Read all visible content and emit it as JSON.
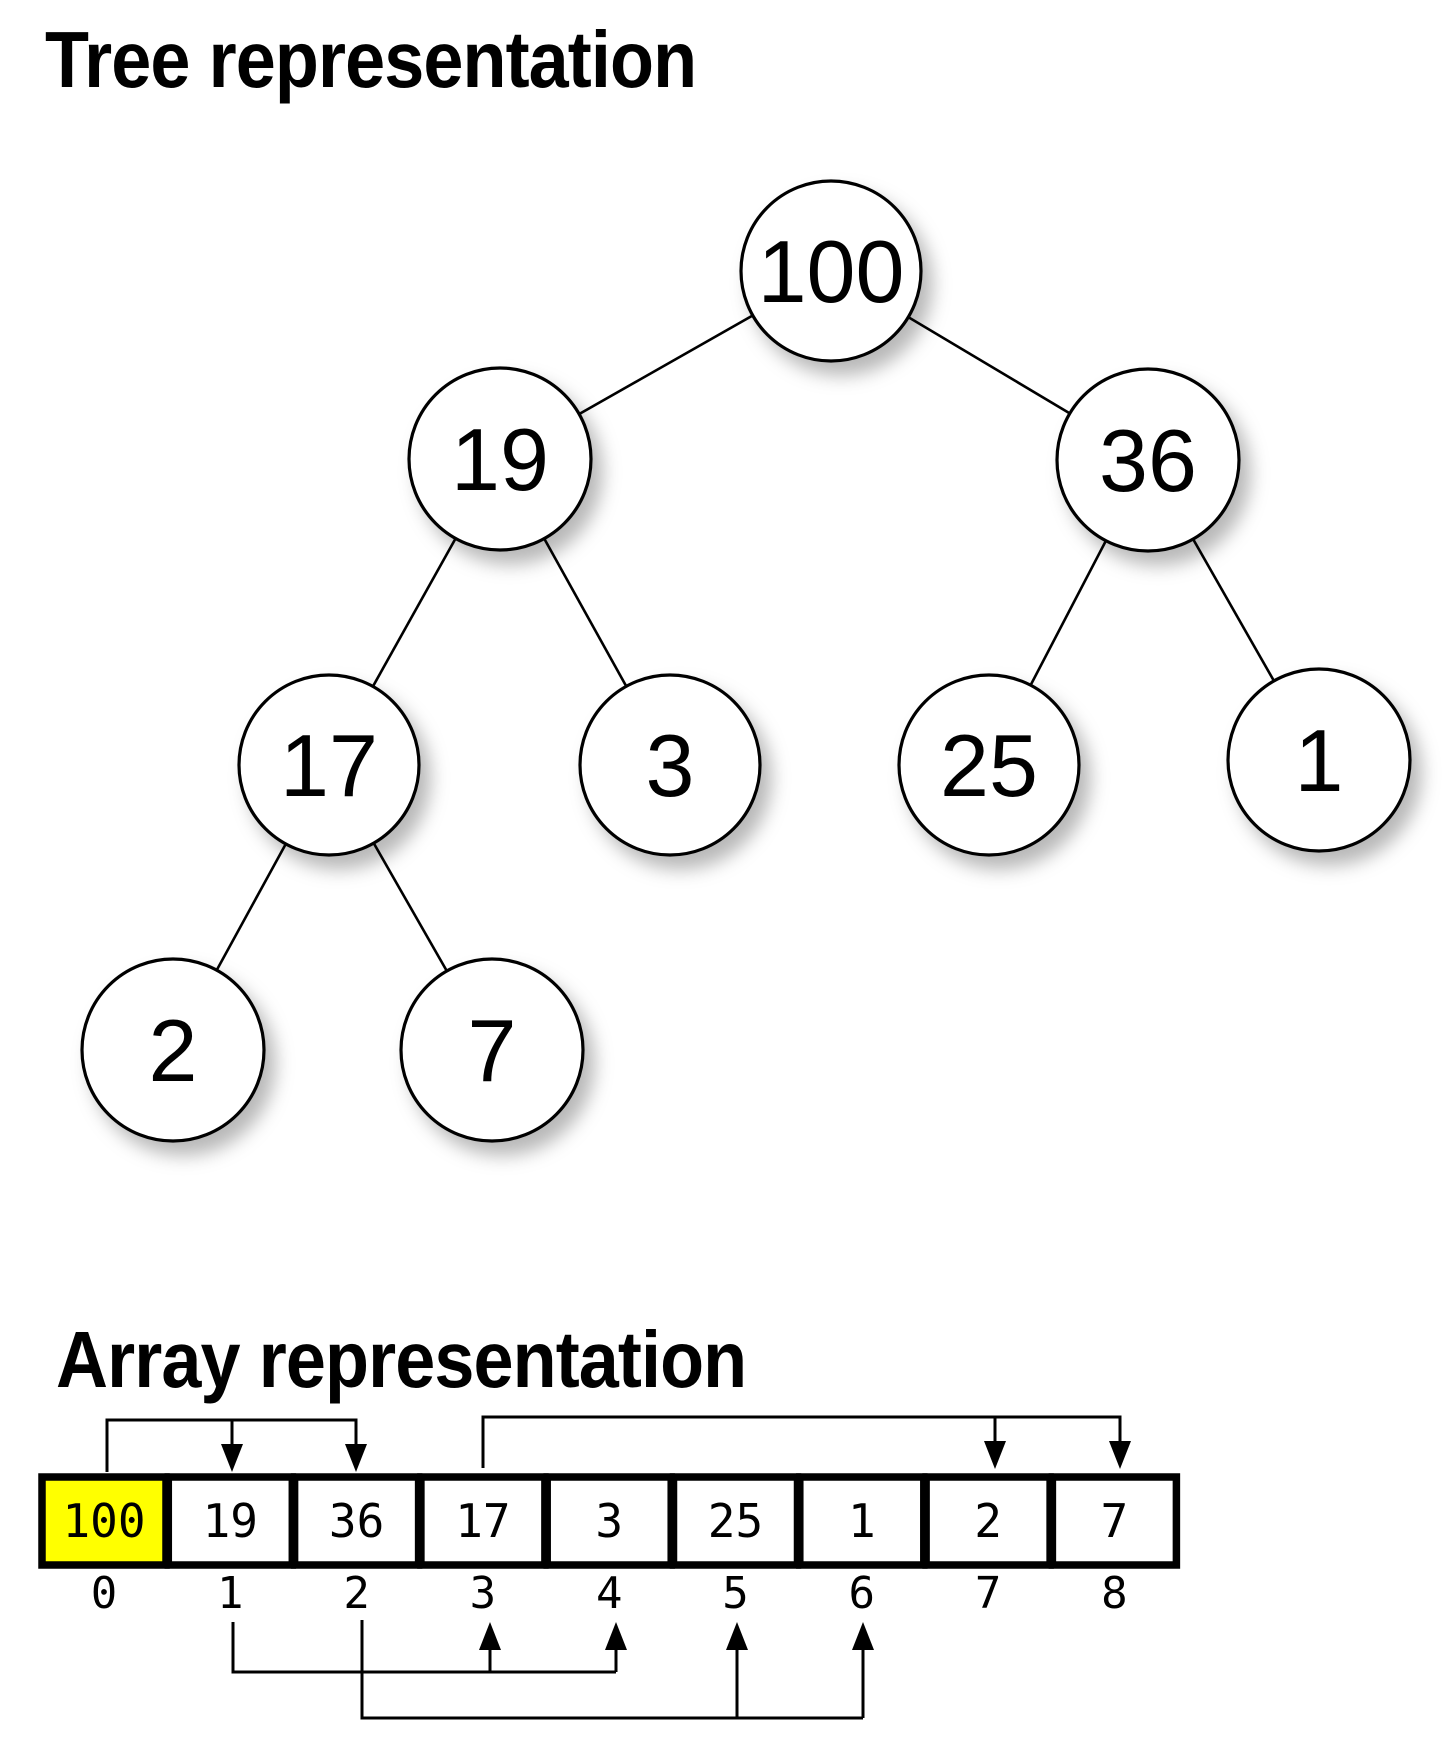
{
  "titles": {
    "tree": "Tree representation",
    "array": "Array representation"
  },
  "tree": {
    "nodes": [
      {
        "value": "100"
      },
      {
        "value": "19"
      },
      {
        "value": "36"
      },
      {
        "value": "17"
      },
      {
        "value": "3"
      },
      {
        "value": "25"
      },
      {
        "value": "1"
      },
      {
        "value": "2"
      },
      {
        "value": "7"
      }
    ]
  },
  "array": {
    "cells": [
      {
        "value": "100",
        "highlighted": true
      },
      {
        "value": "19",
        "highlighted": false
      },
      {
        "value": "36",
        "highlighted": false
      },
      {
        "value": "17",
        "highlighted": false
      },
      {
        "value": "3",
        "highlighted": false
      },
      {
        "value": "25",
        "highlighted": false
      },
      {
        "value": "1",
        "highlighted": false
      },
      {
        "value": "2",
        "highlighted": false
      },
      {
        "value": "7",
        "highlighted": false
      }
    ],
    "indices": [
      "0",
      "1",
      "2",
      "3",
      "4",
      "5",
      "6",
      "7",
      "8"
    ]
  },
  "colors": {
    "highlight": "#ffff00",
    "node_fill": "#ffffff",
    "stroke": "#000000",
    "background": "#ffffff"
  }
}
